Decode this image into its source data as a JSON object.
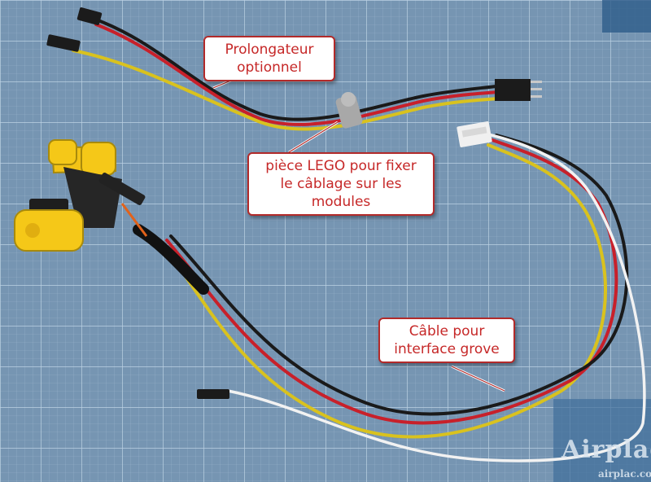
{
  "labels": {
    "prolongateur": [
      "Prolongateur",
      "optionnel"
    ],
    "lego": [
      "pièce LEGO pour fixer",
      "le câblage sur les",
      "modules"
    ],
    "grove": [
      "Câble pour",
      "interface grove"
    ]
  },
  "watermark": {
    "main": "Airplac",
    "sub": "airplac.com"
  },
  "colors": {
    "mat": "#6e8fae",
    "grid": "#a9c2d8",
    "wire_red": "#c8202a",
    "wire_black": "#1a1a1a",
    "wire_yellow": "#d9c21e",
    "wire_white": "#f2f2f2",
    "lego_yellow": "#f2c316",
    "callout_border": "#b22a2a",
    "callout_text": "#c62828"
  }
}
